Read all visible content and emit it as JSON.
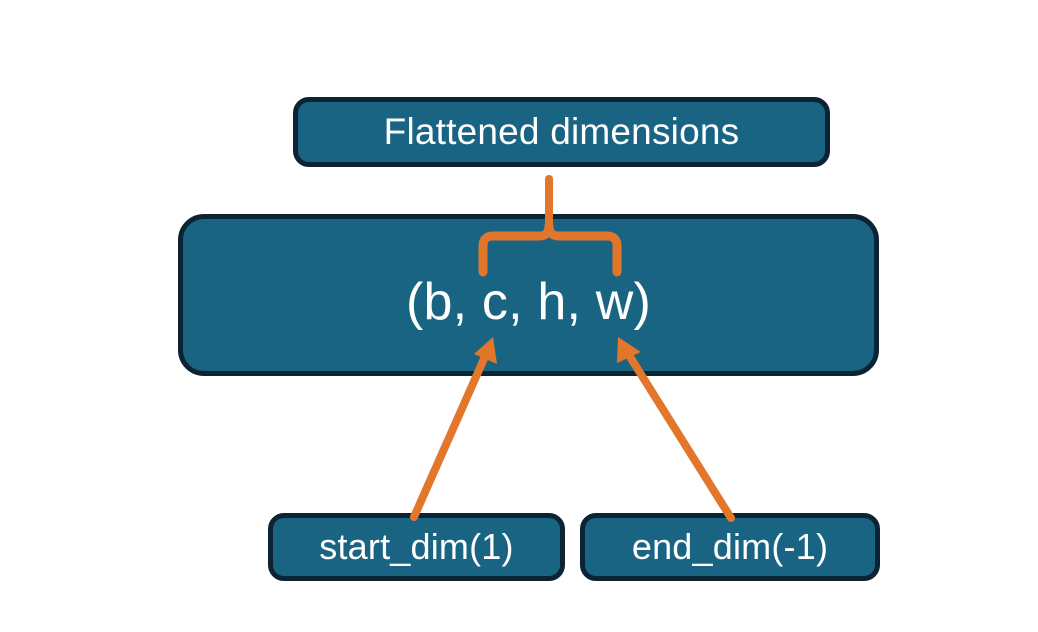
{
  "diagram": {
    "title": "Flatten dimensions diagram",
    "background_color": "#ffffff",
    "node_fill_color": "#1a6483",
    "node_border_color": "#0c2334",
    "node_text_color": "#ffffff",
    "connector_color": "#e2762b",
    "nodes": {
      "flattened": {
        "label": "Flattened dimensions",
        "role": "caption-box-top"
      },
      "shape": {
        "label": "(b, c, h, w)",
        "role": "tensor-shape-box",
        "dims": [
          "b",
          "c",
          "h",
          "w"
        ]
      },
      "start_dim": {
        "label": "start_dim(1)",
        "role": "argument-box-left",
        "argument_value": "1"
      },
      "end_dim": {
        "label": "end_dim(-1)",
        "role": "argument-box-right",
        "argument_value": "-1"
      }
    },
    "connectors": [
      {
        "name": "brace-flattened-to-shape",
        "type": "curly-brace",
        "from": "flattened",
        "to": "shape",
        "spans_dims": [
          "c",
          "h",
          "w"
        ],
        "color": "#e2762b"
      },
      {
        "name": "arrow-start-dim-to-c",
        "type": "arrow",
        "from": "start_dim",
        "to": "shape",
        "points_at_dim": "c",
        "color": "#e2762b"
      },
      {
        "name": "arrow-end-dim-to-w",
        "type": "arrow",
        "from": "end_dim",
        "to": "shape",
        "points_at_dim": "w",
        "color": "#e2762b"
      }
    ]
  }
}
